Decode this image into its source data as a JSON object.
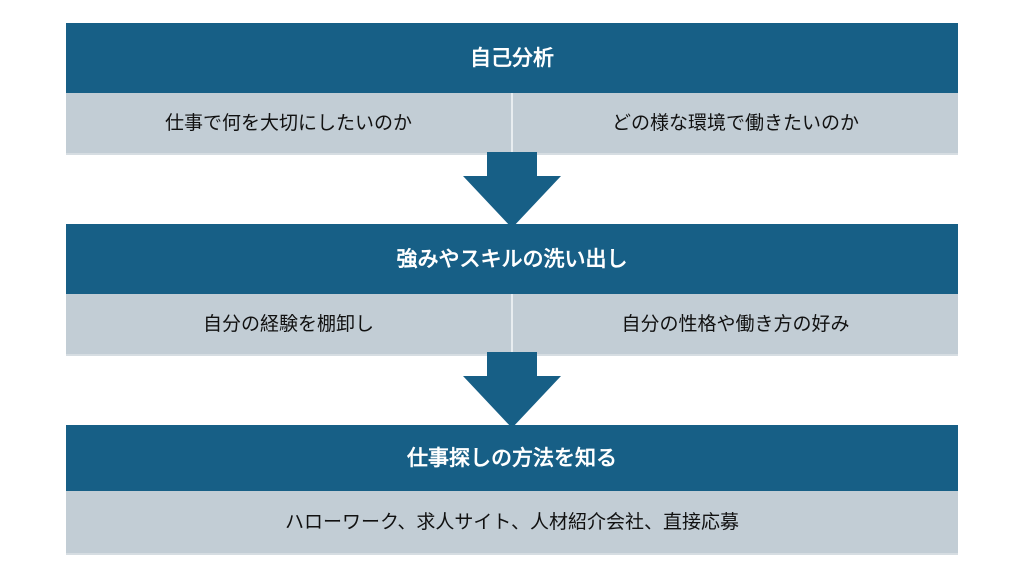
{
  "colors": {
    "header_bg": "#175f86",
    "cell_bg": "#c2cdd5",
    "arrow": "#175f86",
    "header_text": "#ffffff",
    "cell_text": "#111111"
  },
  "sections": [
    {
      "title": "自己分析",
      "items": [
        "仕事で何を大切にしたいのか",
        "どの様な環境で働きたいのか"
      ]
    },
    {
      "title": "強みやスキルの洗い出し",
      "items": [
        "自分の経験を棚卸し",
        "自分の性格や働き方の好み"
      ]
    },
    {
      "title": "仕事探しの方法を知る",
      "items": [
        "ハローワーク、求人サイト、人材紹介会社、直接応募"
      ]
    }
  ]
}
